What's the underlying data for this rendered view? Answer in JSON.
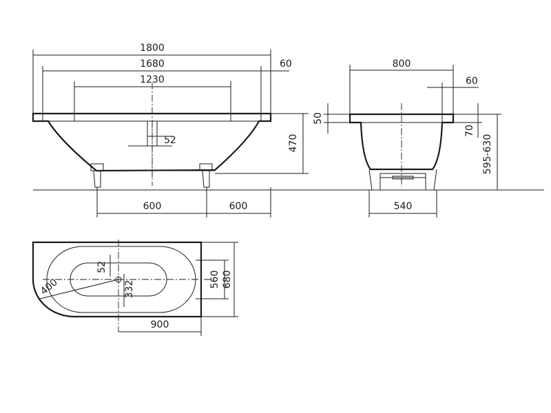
{
  "drawing": {
    "front_view": {
      "overall_length": "1800",
      "inner_length": "1680",
      "rim": "60",
      "bottom_length": "1230",
      "drain": "52",
      "height": "470",
      "leg_left": "600",
      "leg_right": "600"
    },
    "side_view": {
      "width": "800",
      "rim": "60",
      "rim_thickness": "50",
      "drop": "70",
      "total_height": "595-630",
      "leg_span": "540"
    },
    "plan_view": {
      "drain": "52",
      "radius": "400",
      "drain_offset": "332",
      "inner_width": "560",
      "outer_width": "680",
      "drain_position": "900"
    }
  }
}
